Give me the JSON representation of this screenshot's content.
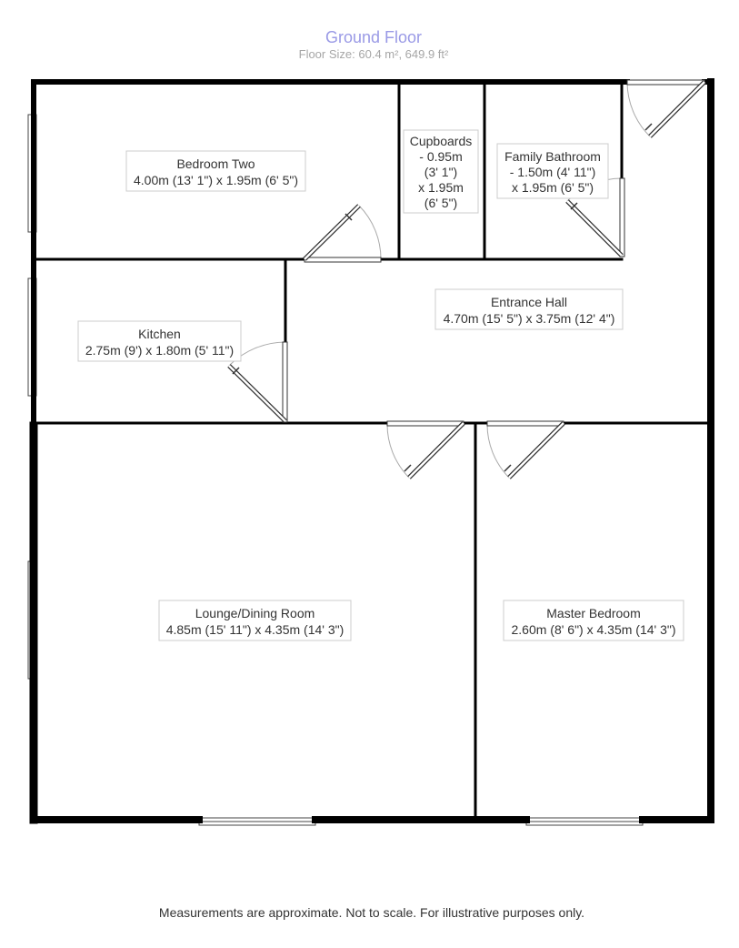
{
  "header": {
    "title": "Ground Floor",
    "subtitle": "Floor Size: 60.4 m², 649.9 ft²"
  },
  "colors": {
    "title": "#9a9ae6",
    "subtitle": "#a6a6a6",
    "wall": "#000000",
    "label_border": "#cccccc",
    "text": "#333333"
  },
  "rooms": {
    "bedroom_two": {
      "name": "Bedroom Two",
      "size": "4.00m (13' 1\") x 1.95m (6' 5\")"
    },
    "cupboards": {
      "lines": [
        "Cupboards",
        "- 0.95m",
        "(3' 1\")",
        "x 1.95m",
        "(6' 5\")"
      ]
    },
    "family_bathroom": {
      "lines": [
        "Family Bathroom",
        "- 1.50m (4' 11\")",
        "x 1.95m (6' 5\")"
      ]
    },
    "entrance_hall": {
      "name": "Entrance Hall",
      "size": "4.70m (15' 5\") x 3.75m (12' 4\")"
    },
    "kitchen": {
      "name": "Kitchen",
      "size": "2.75m (9') x 1.80m (5' 11\")"
    },
    "lounge_dining": {
      "name": "Lounge/Dining Room",
      "size": "4.85m (15' 11\") x 4.35m (14' 3\")"
    },
    "master_bedroom": {
      "name": "Master Bedroom",
      "size": "2.60m (8' 6\") x 4.35m (14' 3\")"
    }
  },
  "footer": {
    "disclaimer": "Measurements are approximate. Not to scale. For illustrative purposes only."
  }
}
